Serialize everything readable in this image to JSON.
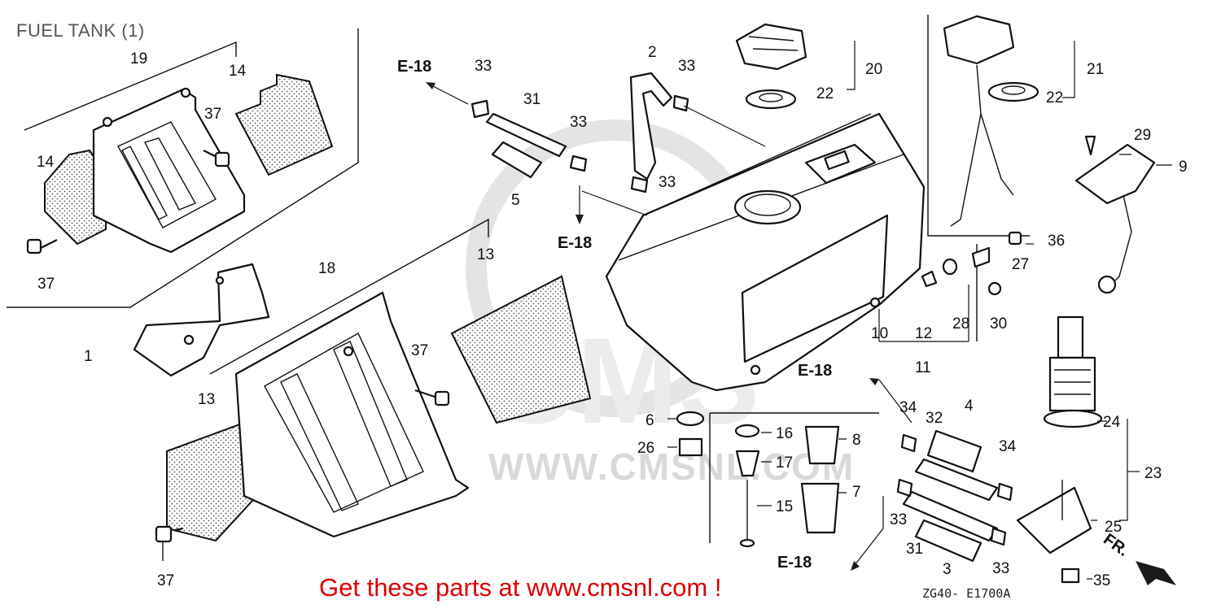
{
  "title": "FUEL TANK (1)",
  "section_refs": [
    "E-18",
    "E-18",
    "E-18",
    "E-18"
  ],
  "callouts": {
    "c1": "1",
    "c2": "2",
    "c3": "3",
    "c4": "4",
    "c5": "5",
    "c6": "6",
    "c7": "7",
    "c8": "8",
    "c9": "9",
    "c10": "10",
    "c11": "11",
    "c12": "12",
    "c13a": "13",
    "c13b": "13",
    "c14a": "14",
    "c14b": "14",
    "c15": "15",
    "c16": "16",
    "c17": "17",
    "c18": "18",
    "c19": "19",
    "c20": "20",
    "c21": "21",
    "c22a": "22",
    "c22b": "22",
    "c23": "23",
    "c24": "24",
    "c25": "25",
    "c26": "26",
    "c27": "27",
    "c28": "28",
    "c29": "29",
    "c30": "30",
    "c31a": "31",
    "c31b": "31",
    "c32": "32",
    "c33a": "33",
    "c33b": "33",
    "c33c": "33",
    "c33d": "33",
    "c33e": "33",
    "c33f": "33",
    "c34a": "34",
    "c34b": "34",
    "c35": "35",
    "c36": "36",
    "c37a": "37",
    "c37b": "37",
    "c37c": "37",
    "c37d": "37"
  },
  "watermark": "WWW.CMSNL.COM",
  "watermark_logo": "CMS",
  "footer": "Get these parts at www.cmsnl.com !",
  "diagram_code": "ZG40- E1700A",
  "front_marker": "FR."
}
